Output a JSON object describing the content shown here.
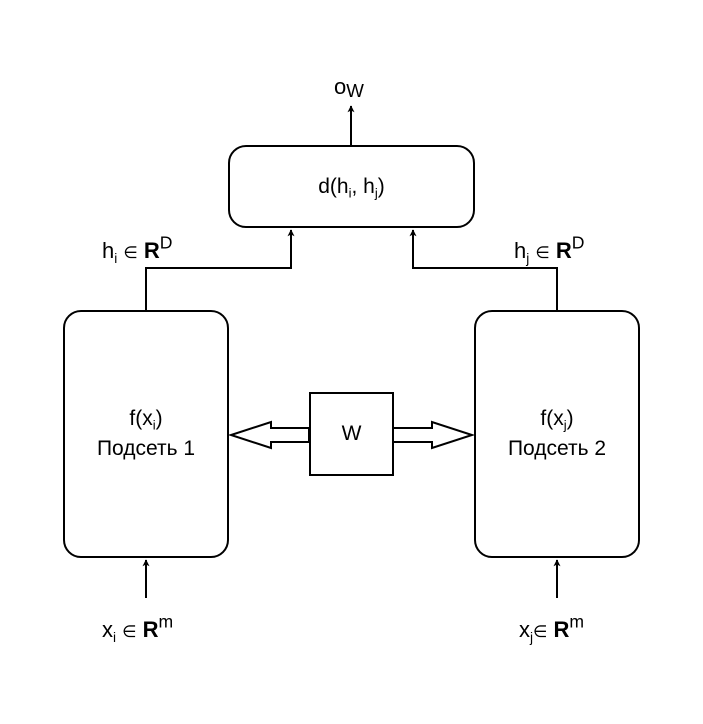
{
  "output": {
    "base": "o",
    "sub": "W"
  },
  "distance_box": {
    "prefix": "d(h",
    "sub1": "i",
    "mid": ", h",
    "sub2": "j",
    "suffix": ")"
  },
  "h_left": {
    "base": "h",
    "sub": "i",
    "in": "∈",
    "set": "R",
    "sup": "D"
  },
  "h_right": {
    "base": "h",
    "sub": "j",
    "in": "∈",
    "set": "R",
    "sup": "D"
  },
  "subnet_left": {
    "fn_prefix": "f(x",
    "fn_sub": "i",
    "fn_suffix": ")",
    "name": "Подсеть 1"
  },
  "subnet_right": {
    "fn_prefix": "f(x",
    "fn_sub": "j",
    "fn_suffix": ")",
    "name": "Подсеть 2"
  },
  "weights": {
    "label": "W"
  },
  "x_left": {
    "base": "x",
    "sub": "i",
    "in": "∈",
    "set": "R",
    "sup": "m"
  },
  "x_right": {
    "base": "x",
    "sub": "j",
    "in": "∈",
    "set": "R",
    "sup": "m"
  }
}
